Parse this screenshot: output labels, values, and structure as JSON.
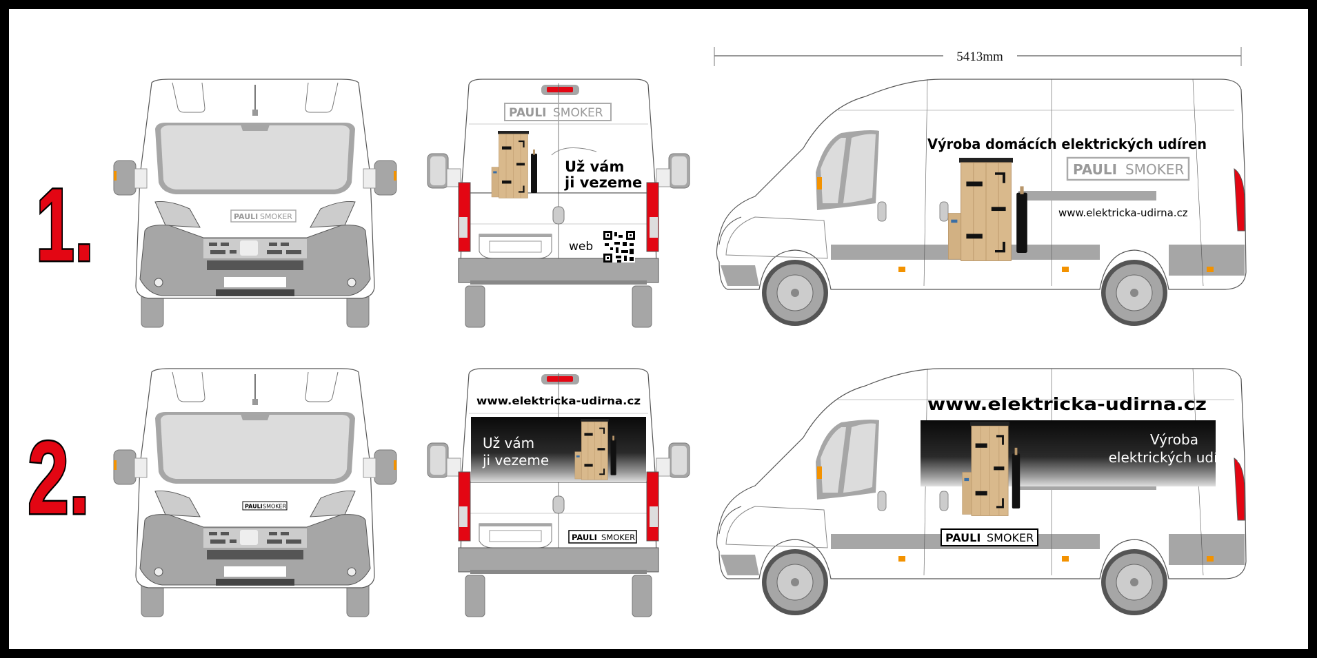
{
  "dimension": {
    "label": "5413mm"
  },
  "variants": [
    {
      "number": "1.",
      "front": {
        "badge_bold": "PAULI",
        "badge_light": "SMOKER"
      },
      "rear": {
        "logo_bold": "PAULI",
        "logo_light": "SMOKER",
        "slogan_line1": "Už vám",
        "slogan_line2": "ji vezeme",
        "web_label": "web"
      },
      "side": {
        "headline": "Výroba domácích elektrických udíren",
        "logo_bold": "PAULI",
        "logo_light": "SMOKER",
        "url": "www.elektricka-udirna.cz"
      }
    },
    {
      "number": "2.",
      "front": {
        "badge_bold": "PAULI",
        "badge_light": "SMOKER"
      },
      "rear": {
        "url": "www.elektricka-udirna.cz",
        "slogan_line1": "Už vám",
        "slogan_line2": "ji vezeme",
        "logo_bold": "PAULI",
        "logo_light": "SMOKER"
      },
      "side": {
        "url": "www.elektricka-udirna.cz",
        "slogan_line1": "Výroba",
        "slogan_line2": "elektrických udíren",
        "logo_bold": "PAULI",
        "logo_light": "SMOKER"
      }
    }
  ],
  "colors": {
    "accent_red": "#e30613",
    "body_grey": "#a6a6a6",
    "glass": "#dcdcdc",
    "wood": "#d9b98c",
    "indicator": "#f39200"
  }
}
